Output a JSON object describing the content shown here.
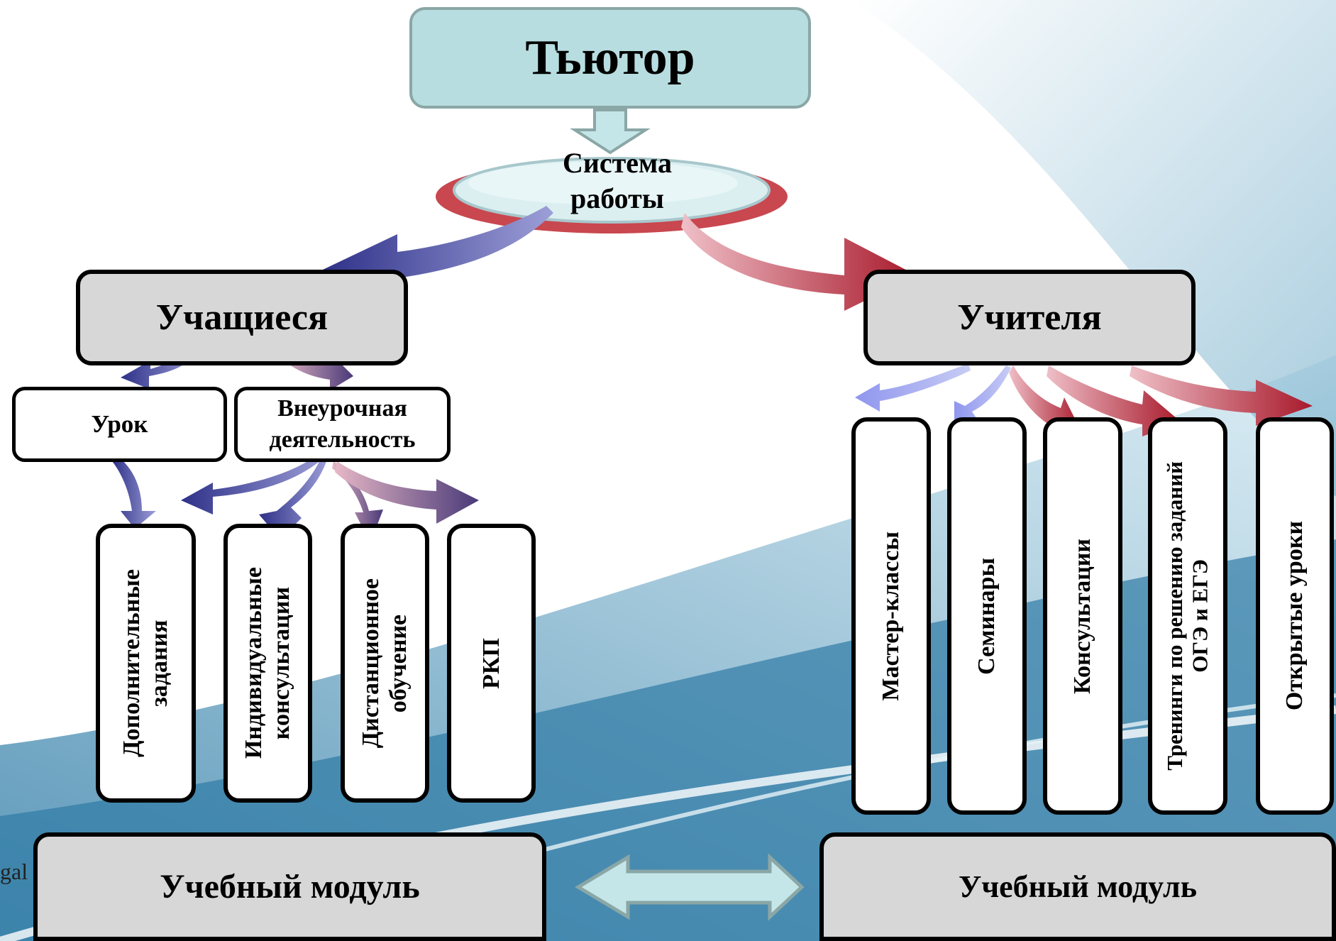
{
  "tutor": "Тьютор",
  "system": "Система\nработы",
  "students": "Учащиеся",
  "teachers": "Учителя",
  "lesson": "Урок",
  "extracurricular": "Внеурочная\nдеятельность",
  "student_items": [
    "Дополнительные\nзадания",
    "Индивидуальные\nконсультации",
    "Дистанционное\nобучение",
    "РКП"
  ],
  "teacher_items": [
    "Мастер-классы",
    "Семинары",
    "Консультации",
    "Тренинги по решению заданий\nОГЭ и ЕГЭ",
    "Открытые уроки"
  ],
  "module_left": "Учебный модуль",
  "module_right": "Учебный модуль",
  "footer_fragment": "gal",
  "colors": {
    "tutor_fill": "#b7dde0",
    "gray_box": "#d7d7d7",
    "blue_arrow": "#3b3f9a",
    "red_arrow": "#b22a3a",
    "ellipse_rim": "#c9474f"
  }
}
